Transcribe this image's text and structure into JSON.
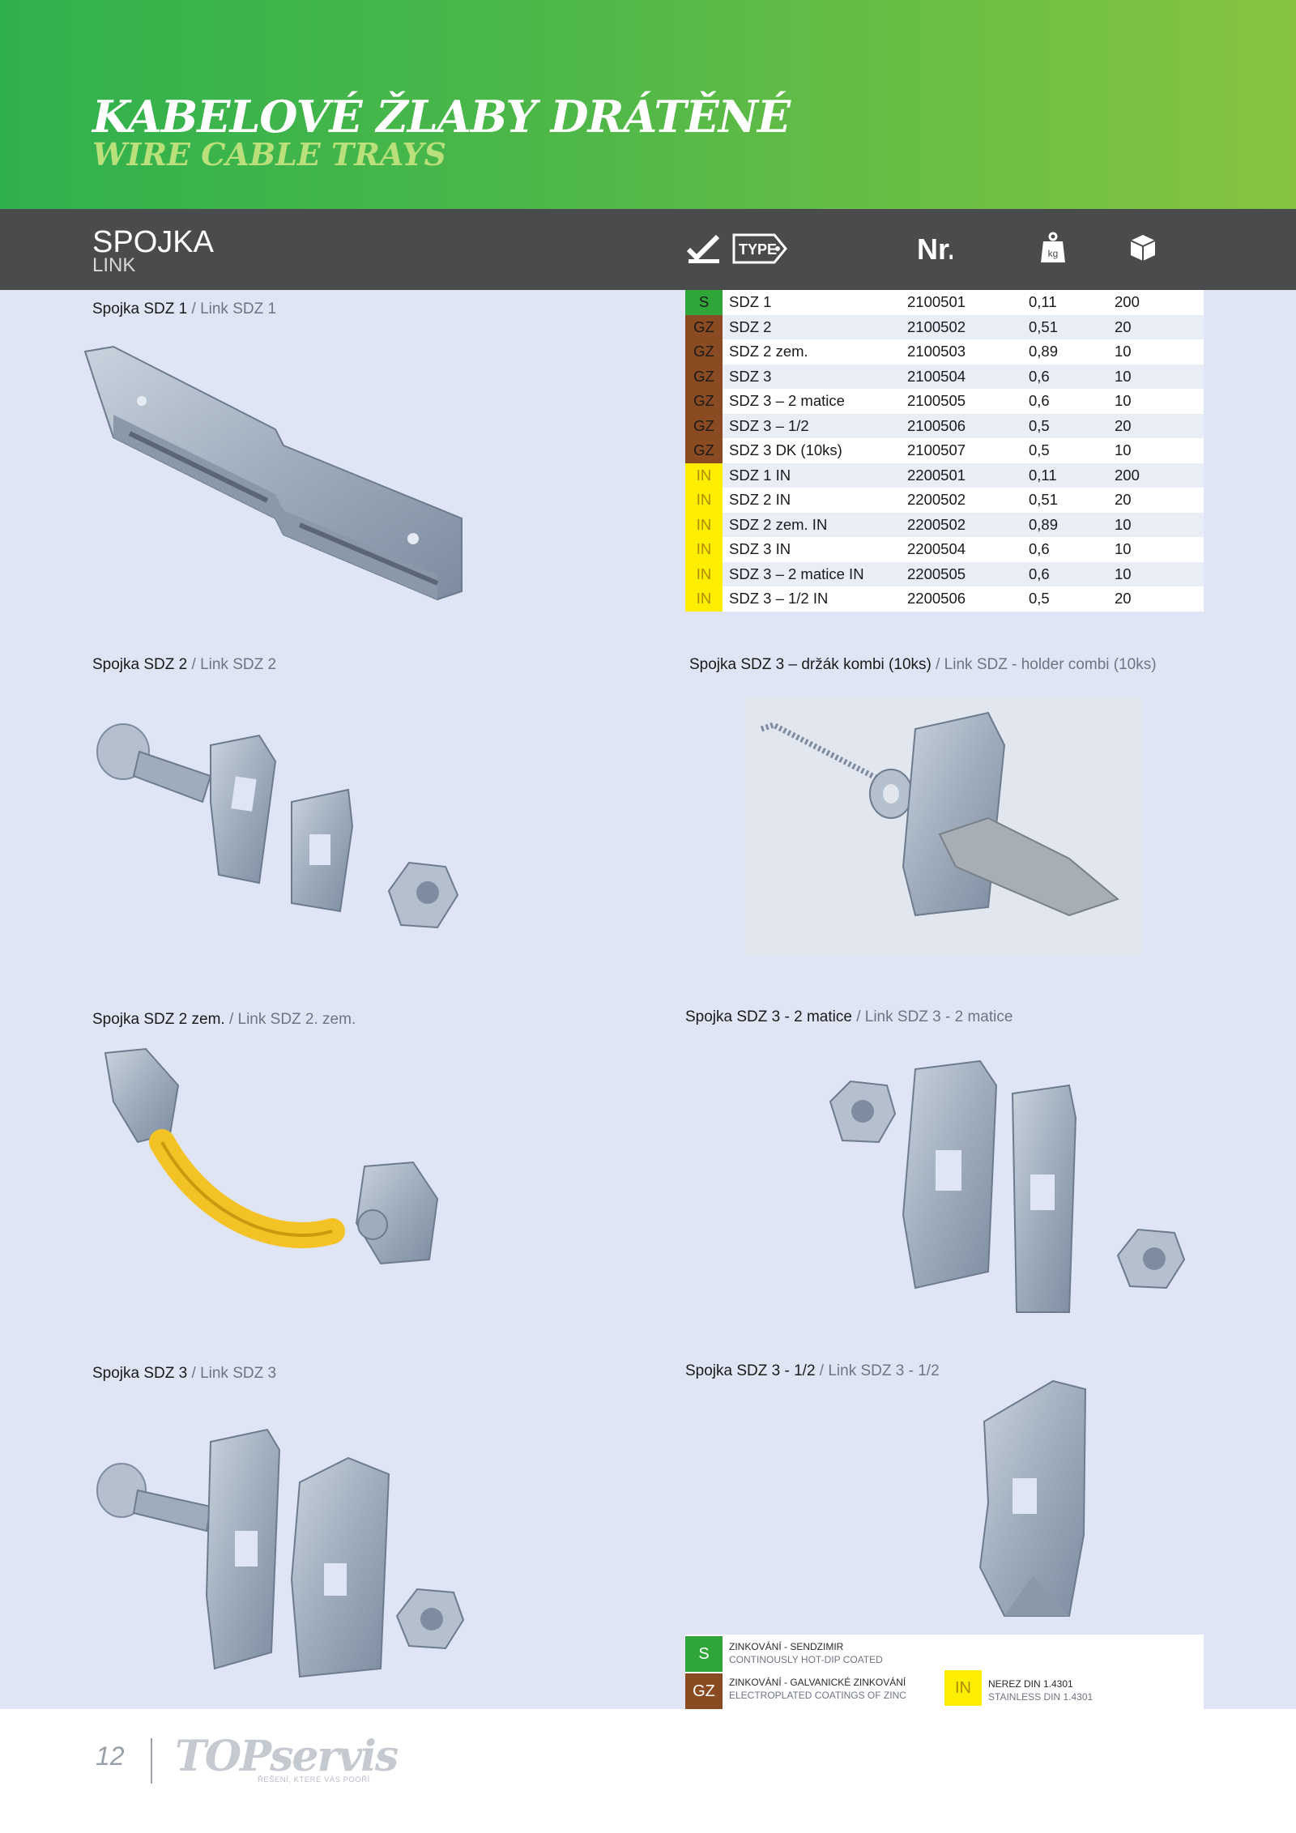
{
  "header": {
    "title_cz": "KABELOVÉ ŽLABY DRÁTĚNÉ",
    "title_en": "WIRE CABLE TRAYS"
  },
  "section": {
    "title": "SPOJKA",
    "subtitle": "LINK",
    "icons": [
      "checkmark-ruler-icon",
      "type-tag-icon",
      "nr-icon",
      "weight-kg-icon",
      "box-icon"
    ],
    "type_label": "TYPE",
    "nr_label": "Nr.",
    "kg_label": "kg"
  },
  "table": {
    "rows": [
      {
        "code": "S",
        "type": "SDZ 1",
        "nr": "2100501",
        "kg": "0,11",
        "qty": "200"
      },
      {
        "code": "GZ",
        "type": "SDZ 2",
        "nr": "2100502",
        "kg": "0,51",
        "qty": "20"
      },
      {
        "code": "GZ",
        "type": "SDZ 2  zem.",
        "nr": "2100503",
        "kg": "0,89",
        "qty": "10"
      },
      {
        "code": "GZ",
        "type": "SDZ 3",
        "nr": "2100504",
        "kg": "0,6",
        "qty": "10"
      },
      {
        "code": "GZ",
        "type": "SDZ 3 – 2 matice",
        "nr": "2100505",
        "kg": "0,6",
        "qty": "10"
      },
      {
        "code": "GZ",
        "type": "SDZ 3 – 1/2",
        "nr": "2100506",
        "kg": "0,5",
        "qty": "20"
      },
      {
        "code": "GZ",
        "type": "SDZ 3 DK (10ks)",
        "nr": "2100507",
        "kg": "0,5",
        "qty": "10"
      },
      {
        "code": "IN",
        "type": "SDZ 1 IN",
        "nr": "2200501",
        "kg": "0,11",
        "qty": "200"
      },
      {
        "code": "IN",
        "type": "SDZ 2 IN",
        "nr": "2200502",
        "kg": "0,51",
        "qty": "20"
      },
      {
        "code": "IN",
        "type": "SDZ 2  zem. IN",
        "nr": "2200502",
        "kg": "0,89",
        "qty": "10"
      },
      {
        "code": "IN",
        "type": "SDZ 3 IN",
        "nr": "2200504",
        "kg": "0,6",
        "qty": "10"
      },
      {
        "code": "IN",
        "type": "SDZ 3 – 2 matice IN",
        "nr": "2200505",
        "kg": "0,6",
        "qty": "10"
      },
      {
        "code": "IN",
        "type": "SDZ 3 – 1/2 IN",
        "nr": "2200506",
        "kg": "0,5",
        "qty": "20"
      }
    ]
  },
  "products": [
    {
      "cz": "Spojka SDZ 1",
      "en": " / Link SDZ 1"
    },
    {
      "cz": "Spojka SDZ 2",
      "en": " / Link SDZ 2"
    },
    {
      "cz": "Spojka SDZ 3 – držák kombi (10ks)",
      "en": " / Link SDZ - holder combi (10ks)"
    },
    {
      "cz": "Spojka SDZ 2 zem.",
      "en": " / Link SDZ 2. zem."
    },
    {
      "cz": "Spojka SDZ 3 - 2 matice",
      "en": " / Link SDZ 3 - 2 matice"
    },
    {
      "cz": "Spojka SDZ 3",
      "en": " / Link SDZ 3"
    },
    {
      "cz": "Spojka SDZ 3 - 1/2 ",
      "en": " / Link SDZ 3 - 1/2"
    }
  ],
  "legend": {
    "s": {
      "code": "S",
      "line1": "ZINKOVÁNÍ - SENDZIMIR",
      "line2": "CONTINOUSLY HOT-DIP COATED"
    },
    "gz": {
      "code": "GZ",
      "line1": "ZINKOVÁNÍ - GALVANICKÉ ZINKOVÁNÍ",
      "line2": "ELECTROPLATED COATINGS OF ZINC"
    },
    "in": {
      "code": "IN",
      "line1": "NEREZ DIN 1.4301",
      "line2": "STAINLESS DIN 1.4301"
    }
  },
  "footer": {
    "page": "12",
    "logo": "TOPservis",
    "tagline": "ŘEŠENÍ, KTERÉ VÁS POOŘÍ"
  },
  "colors": {
    "green_start": "#2fb14e",
    "green_end": "#86c440",
    "dark_bar": "#4a4b4d",
    "content_bg": "#dfe5f4",
    "code_S": "#2fa53a",
    "code_GZ": "#8a4b22",
    "code_IN": "#ffee00"
  }
}
